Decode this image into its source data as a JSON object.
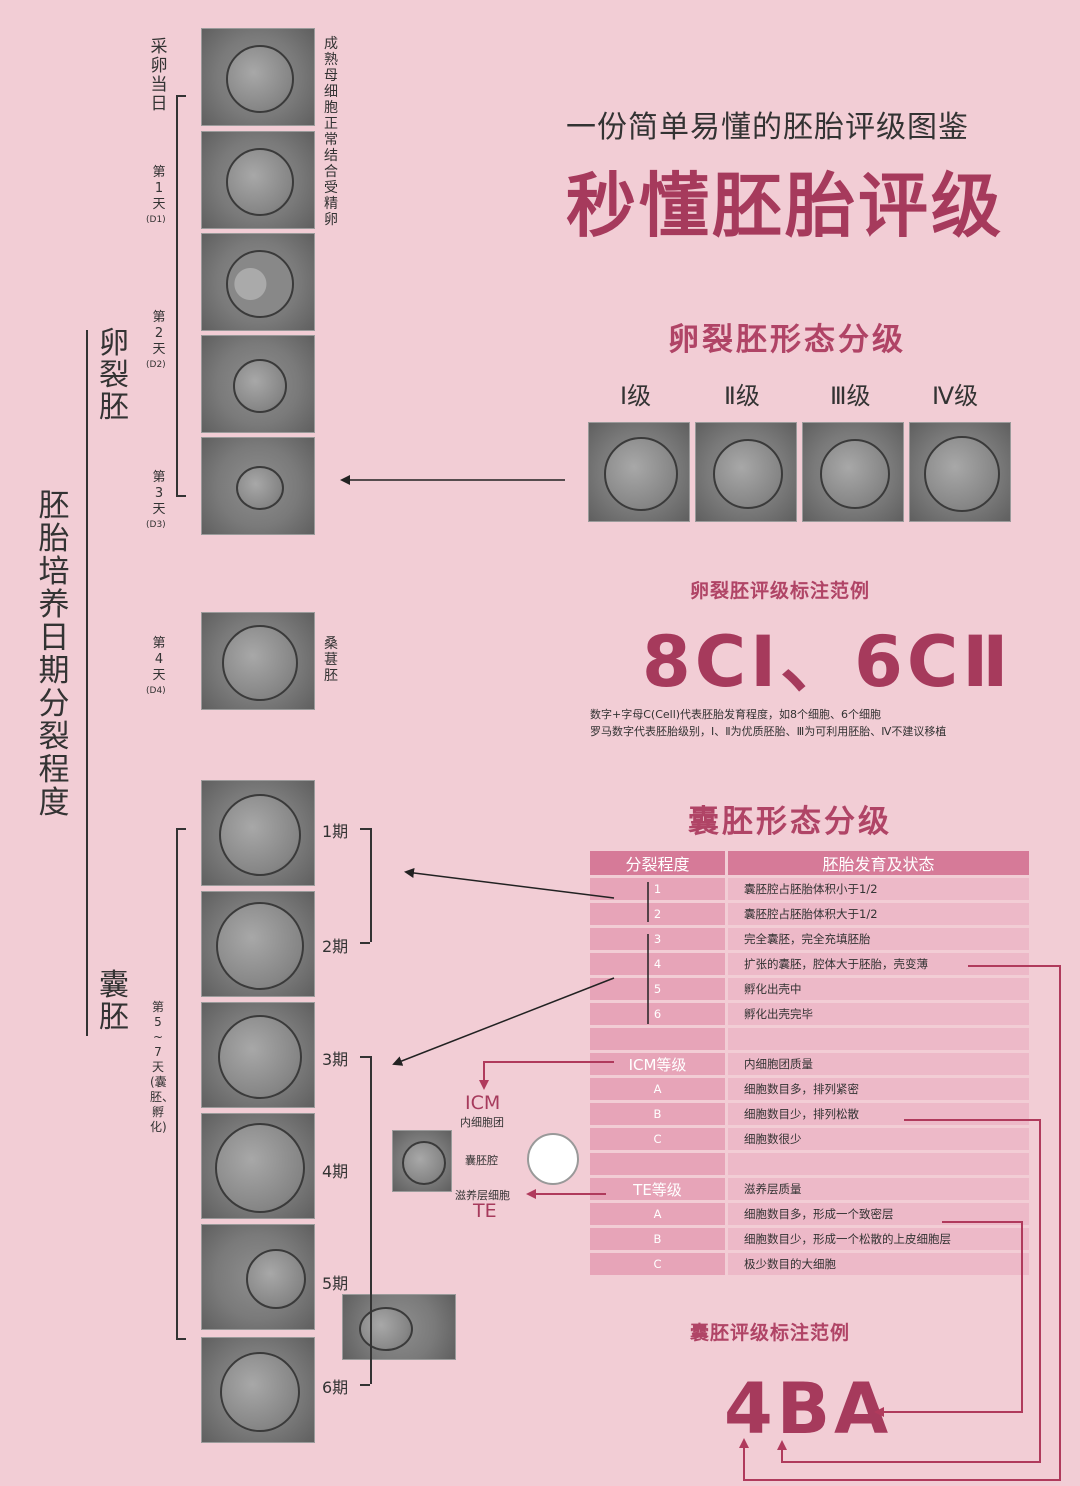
{
  "header": {
    "subtitle": "一份简单易懂的胚胎评级图鉴",
    "title": "秒懂胚胎评级"
  },
  "left_axis": {
    "main_label": "胚胎培养日期 分裂程度",
    "group_cleavage": "卵裂胚",
    "group_blastocyst": "囊胚"
  },
  "timeline": {
    "day0": "采卵当日",
    "day1": "第1天",
    "day1_code": "(D1)",
    "day2": "第2天",
    "day2_code": "(D2)",
    "day3": "第3天",
    "day3_code": "(D3)",
    "day4": "第4天",
    "day4_code": "(D4)",
    "day57": "第5~7天(囊胚、孵化)",
    "oocyte_note": "成熟母细胞正常结合受精卵",
    "morula_note": "桑葚胚"
  },
  "stages": [
    "1期",
    "2期",
    "3期",
    "4期",
    "5期",
    "6期"
  ],
  "cleavage": {
    "title": "卵裂胚形态分级",
    "grades": [
      "Ⅰ级",
      "Ⅱ级",
      "Ⅲ级",
      "Ⅳ级"
    ],
    "example_title": "卵裂胚评级标注范例",
    "example": "8CⅠ、6CⅡ",
    "note1": "数字+字母C(Cell)代表胚胎发育程度，如8个细胞、6个细胞",
    "note2": "罗马数字代表胚胎级别，Ⅰ、Ⅱ为优质胚胎、Ⅲ为可利用胚胎、Ⅳ不建议移植"
  },
  "blastocyst": {
    "title": "囊胚形态分级",
    "col1": "分裂程度",
    "col2": "胚胎发育及状态",
    "rows": [
      {
        "k": "1",
        "v": "囊胚腔占胚胎体积小于1/2"
      },
      {
        "k": "2",
        "v": "囊胚腔占胚胎体积大于1/2"
      },
      {
        "k": "3",
        "v": "完全囊胚，完全充填胚胎"
      },
      {
        "k": "4",
        "v": "扩张的囊胚，腔体大于胚胎，壳变薄"
      },
      {
        "k": "5",
        "v": "孵化出壳中"
      },
      {
        "k": "6",
        "v": "孵化出壳完毕"
      }
    ],
    "icm_header": "ICM等级",
    "icm_header_desc": "内细胞团质量",
    "icm_rows": [
      {
        "k": "A",
        "v": "细胞数目多，排列紧密"
      },
      {
        "k": "B",
        "v": "细胞数目少，排列松散"
      },
      {
        "k": "C",
        "v": "细胞数很少"
      }
    ],
    "te_header": "TE等级",
    "te_header_desc": "滋养层质量",
    "te_rows": [
      {
        "k": "A",
        "v": "细胞数目多，形成一个致密层"
      },
      {
        "k": "B",
        "v": "细胞数目少，形成一个松散的上皮细胞层"
      },
      {
        "k": "C",
        "v": "极少数目的大细胞"
      }
    ],
    "example_title": "囊胚评级标注范例",
    "example": "4BA"
  },
  "diagram": {
    "icm": "ICM",
    "icm_cn": "内细胞团",
    "cavity": "囊胚腔",
    "te_cn": "滋养层细胞",
    "te": "TE"
  },
  "colors": {
    "background": "#f2cdd5",
    "accent": "#a63a5c",
    "table_header": "#d67a98",
    "table_cell": "#edb9c8",
    "arrow": "#b03a5c"
  }
}
